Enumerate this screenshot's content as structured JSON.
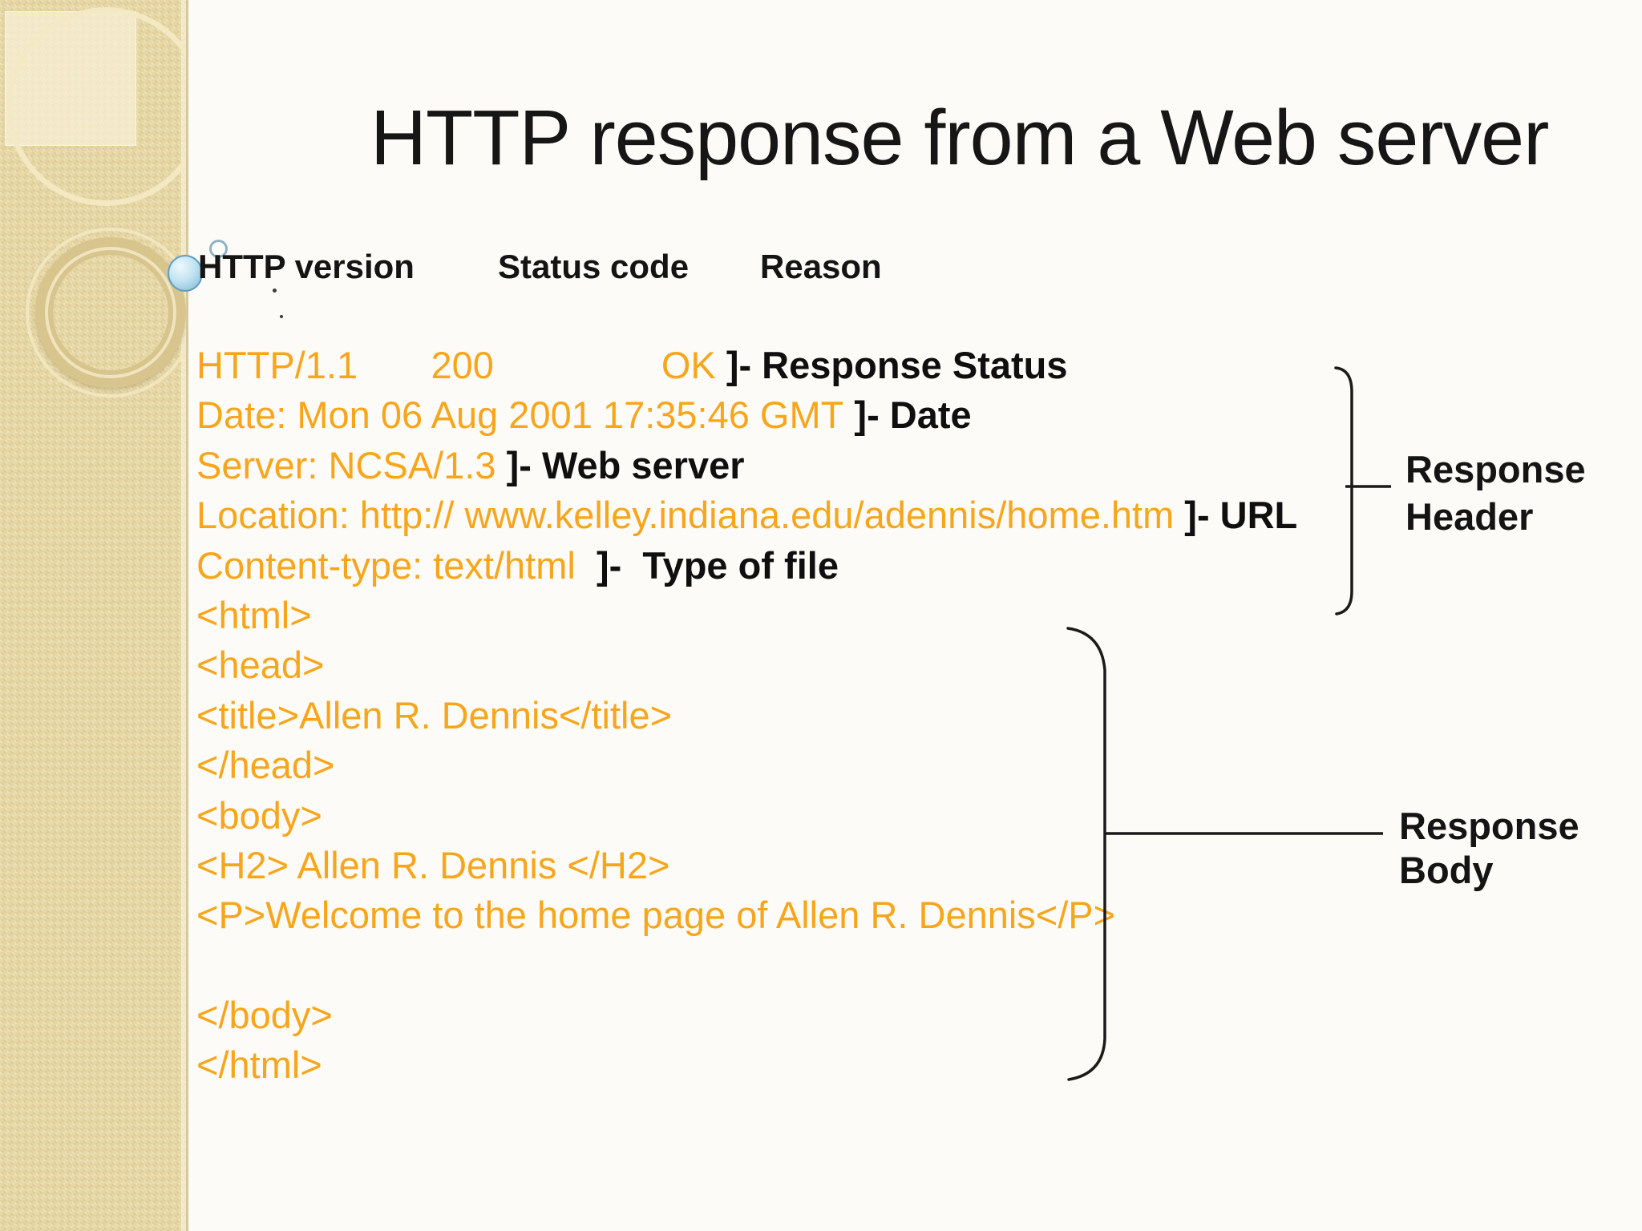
{
  "slide": {
    "title": "HTTP response from a Web server",
    "field_labels": [
      "HTTP version",
      "Status code",
      "Reason"
    ],
    "response_lines": [
      {
        "code": "HTTP/1.1       200                OK",
        "annotation": " ]- Response Status"
      },
      {
        "code": "Date: Mon 06 Aug 2001 17:35:46 GMT",
        "annotation": " ]- Date"
      },
      {
        "code": "Server: NCSA/1.3",
        "annotation": " ]- Web server"
      },
      {
        "code": "Location: http:// www.kelley.indiana.edu/adennis/home.htm",
        "annotation": " ]- URL"
      },
      {
        "code": "Content-type: text/html",
        "annotation": "  ]-  Type of file"
      },
      {
        "code": "<html>",
        "annotation": ""
      },
      {
        "code": "<head>",
        "annotation": ""
      },
      {
        "code": "<title>Allen R. Dennis</title>",
        "annotation": ""
      },
      {
        "code": "</head>",
        "annotation": ""
      },
      {
        "code": "<body>",
        "annotation": ""
      },
      {
        "code": "<H2> Allen R. Dennis </H2>",
        "annotation": ""
      },
      {
        "code": "<P>Welcome to the home page of Allen R. Dennis</P>",
        "annotation": ""
      },
      {
        "code": "",
        "annotation": ""
      },
      {
        "code": "</body>",
        "annotation": ""
      },
      {
        "code": "</html>",
        "annotation": ""
      }
    ],
    "brace_labels": {
      "header": {
        "line1": "Response",
        "line2": "Header"
      },
      "body": {
        "line1": "Response",
        "line2": "Body"
      }
    },
    "colors": {
      "code_orange": "#F7A61C",
      "text_black": "#141414",
      "sidebar_beige": "#E6D7A5",
      "bullet_blue": "#9CCBE2",
      "brace_black": "#1B1B1B"
    }
  }
}
